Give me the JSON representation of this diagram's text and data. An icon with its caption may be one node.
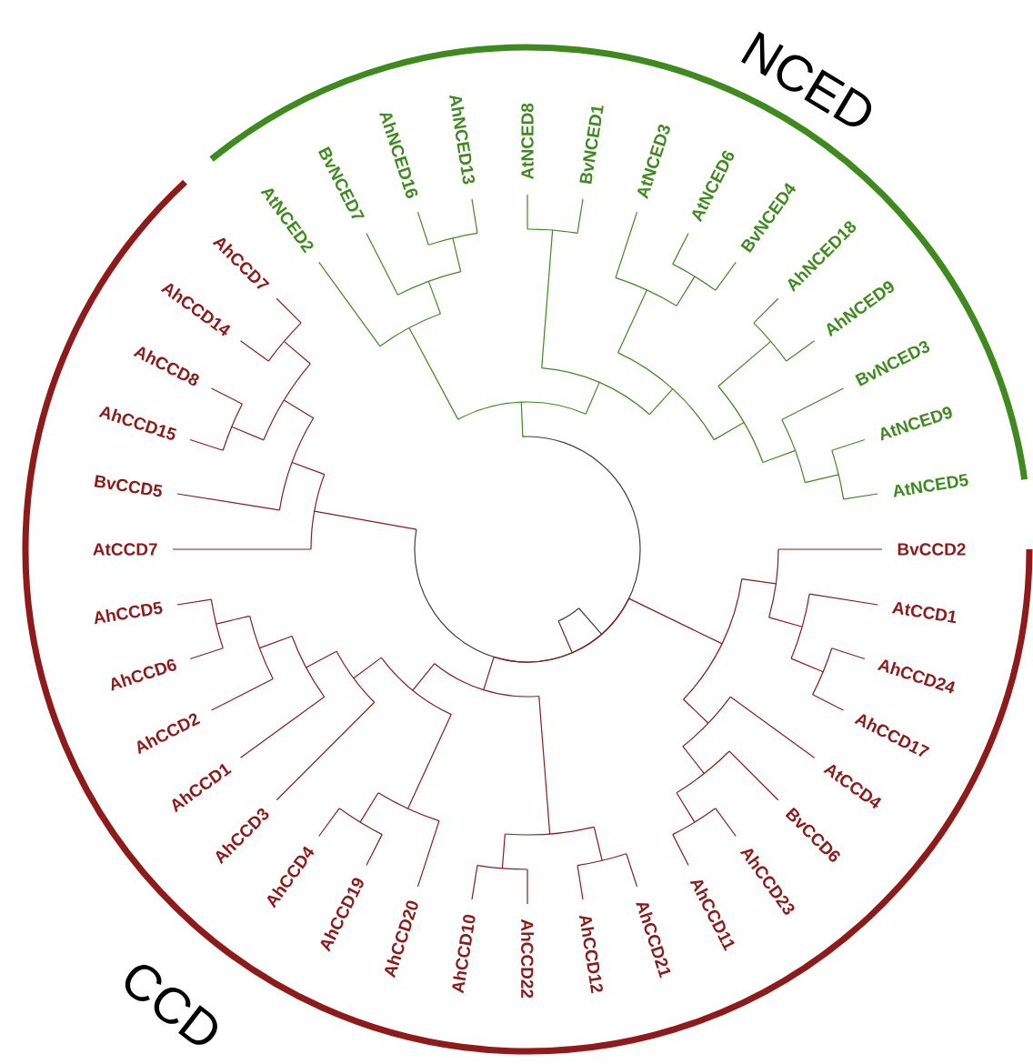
{
  "diagram": {
    "labels": [
      "NCED",
      "AtNCED2",
      "BvNCED7",
      "AhNCED16",
      "AhNCED13",
      "AtNCED8",
      "BvNCED1",
      "AtNCED3",
      "AtNCED6",
      "BvNCED4",
      "AhNCED18",
      "AhNCED9",
      "BvNCED3",
      "AtNCED9",
      "AtNCED5",
      "BvCCD2",
      "AtCCD1",
      "AhCCD24",
      "AhCCD17",
      "AtCCD4",
      "BvCCD6",
      "AhCCD23",
      "AhCCD11",
      "AhCCD21",
      "AhCCD12",
      "AhCCD22",
      "AhCCD10",
      "AhCCD20",
      "AhCCD19",
      "AhCCD4",
      "AhCCD3",
      "AhCCD1",
      "AhCCD2",
      "AhCCD6",
      "AhCCD5",
      "AtCCD7",
      "BvCCD5",
      "AhCCD15",
      "AhCCD8",
      "AhCCD14",
      "AhCCD7",
      "CCD"
    ]
  }
}
